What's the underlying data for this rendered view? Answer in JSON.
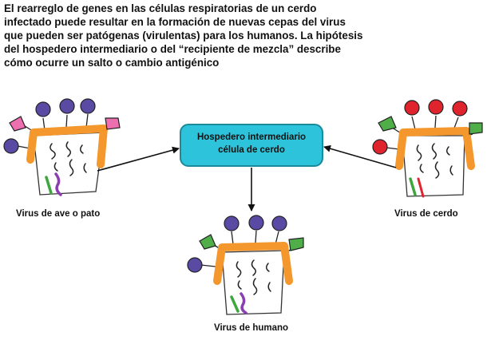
{
  "intro_lines": [
    "El rearreglo de genes en las células respiratorias de un cerdo",
    "infectado puede resultar en la formación de nuevas cepas del virus",
    "que pueden ser patógenas (virulentas) para los humanos. La hipótesis",
    "del hospedero intermediario o del “recipiente de mezcla” describe",
    "cómo ocurre un salto o cambio antigénico"
  ],
  "host": {
    "line1": "Hospedero intermediario",
    "line2": "célula de cerdo",
    "fill": "#2cc3db",
    "border": "#1b8a9a"
  },
  "viruses": {
    "bird": {
      "label": "Virus de ave o pato"
    },
    "pig": {
      "label": "Virus de cerdo"
    },
    "human": {
      "label": "Virus de humano"
    }
  },
  "colors": {
    "capsid_orange": "#f4972c",
    "antigen_purple": "#5a4aa4",
    "antigen_red": "#e0242e",
    "antigen_pink": "#ee6fb0",
    "antigen_green": "#4fae48",
    "segment_green": "#3ea63c",
    "segment_purple": "#8a3fb0"
  }
}
